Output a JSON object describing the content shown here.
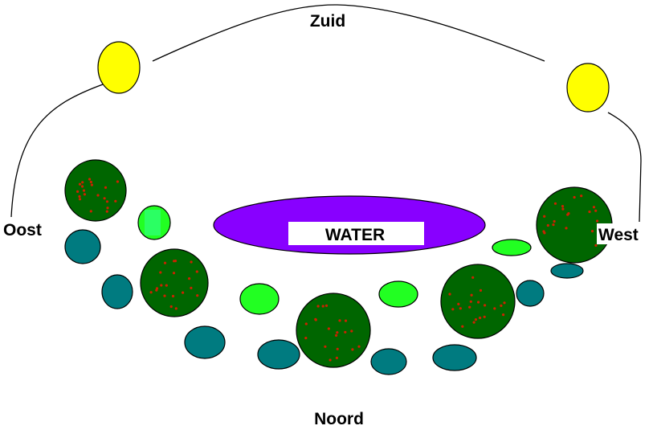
{
  "labels": {
    "south": "Zuid",
    "east": "Oost",
    "west": "West",
    "north": "Noord",
    "water": "WATER"
  },
  "colors": {
    "sun": "#ffff00",
    "water": "#8800ff",
    "tree": "#006600",
    "tree_dots": "#cc2200",
    "shrub": "#007b80",
    "light_plant": "#22ff22",
    "background": "#ffffff"
  }
}
